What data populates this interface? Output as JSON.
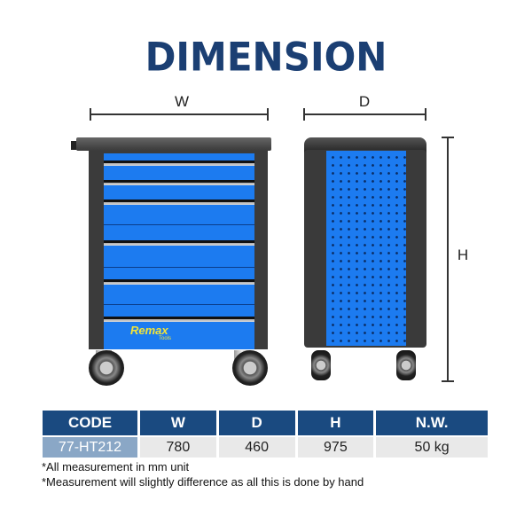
{
  "title": "DIMENSION",
  "dimensions": {
    "w_label": "W",
    "d_label": "D",
    "h_label": "H"
  },
  "product": {
    "brand_logo": "Remax",
    "brand_sub": "Tools"
  },
  "table": {
    "headers": [
      "CODE",
      "W",
      "D",
      "H",
      "N.W."
    ],
    "row": [
      "77-HT212",
      "780",
      "460",
      "975",
      "50 kg"
    ]
  },
  "notes": [
    "*All measurement in mm unit",
    "*Measurement will slightly difference as all this is done by hand"
  ],
  "colors": {
    "navy": "#1a4a80",
    "cabinet_blue": "#1c7bf0",
    "frame": "#3a3a3a"
  }
}
